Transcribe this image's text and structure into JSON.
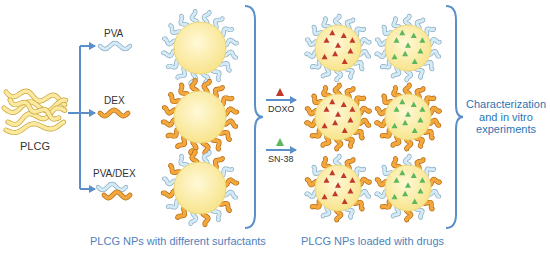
{
  "diagram": {
    "labels": [
      "PLCG",
      "PVA",
      "DEX",
      "PVA/DEX",
      "DOXO",
      "SN-38",
      "PLCG NPs with different surfactants",
      "PLCG NPs loaded with drugs",
      "Characterization and in vitro experiments"
    ]
  }
}
